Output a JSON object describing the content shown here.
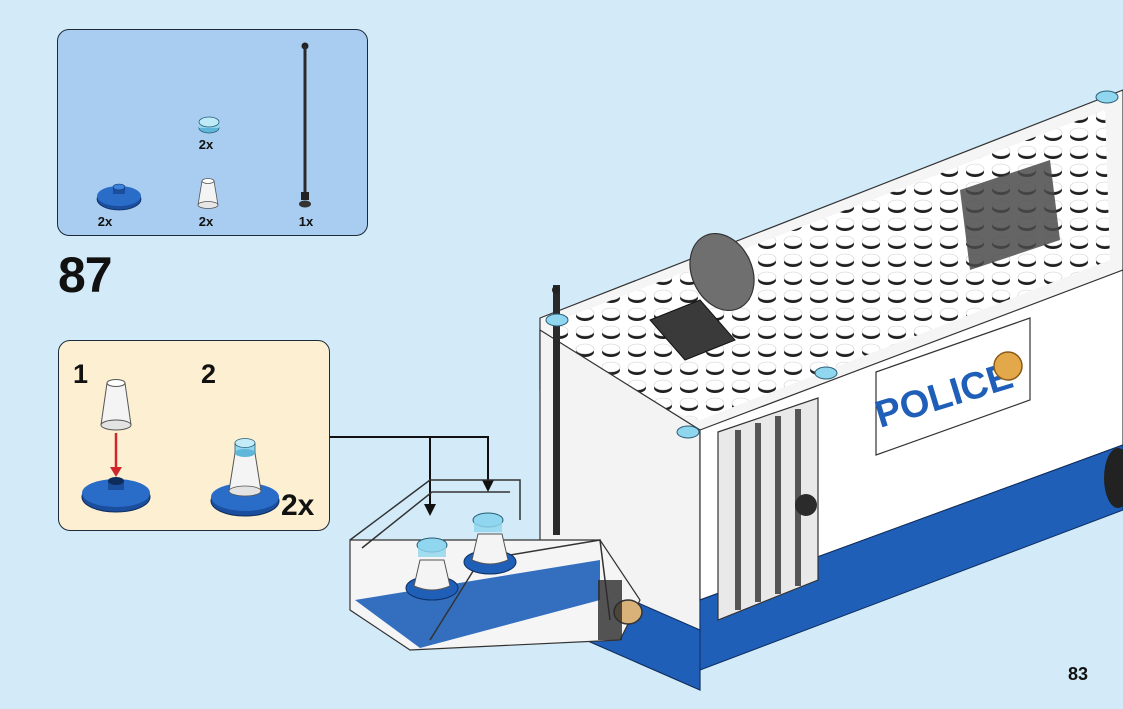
{
  "parts_list": {
    "items": [
      {
        "name": "trans-light-blue round 1x1 tile",
        "qty": "2x"
      },
      {
        "name": "blue round 2x2 dish",
        "qty": "2x"
      },
      {
        "name": "white 1x1 cone",
        "qty": "2x"
      },
      {
        "name": "black antenna",
        "qty": "1x"
      }
    ]
  },
  "step": {
    "number": "87"
  },
  "sub_assembly": {
    "step1_label": "1",
    "step2_label": "2",
    "multiplier": "2x"
  },
  "model": {
    "sign_text": "POLICE"
  },
  "page": {
    "number": "83"
  },
  "colors": {
    "background": "#d3ebf8",
    "parts_panel": "#a9cdf0",
    "sub_panel": "#fdf0d2",
    "lego_blue": "#1f5fb8",
    "trans_light_blue": "#8fd6ee",
    "arrow_red": "#d0262b"
  }
}
